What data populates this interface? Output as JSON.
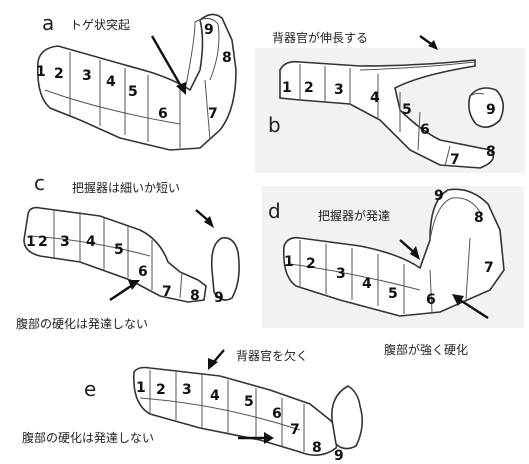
{
  "panels": {
    "a": {
      "letter": "a",
      "label": "トゲ状突起",
      "numbers": [
        "1",
        "2",
        "3",
        "4",
        "5",
        "6",
        "7",
        "8",
        "9"
      ]
    },
    "b": {
      "letter": "b",
      "label": "背器官が伸長する",
      "numbers": [
        "1",
        "2",
        "3",
        "4",
        "5",
        "6",
        "7",
        "8",
        "9"
      ]
    },
    "c": {
      "letter": "c",
      "label_top": "把握器は細いか短い",
      "label_bottom": "腹部の硬化は発達しない",
      "numbers": [
        "1",
        "2",
        "3",
        "4",
        "5",
        "6",
        "7",
        "8",
        "9"
      ]
    },
    "d": {
      "letter": "d",
      "label_top": "把握器が発達",
      "label_bottom": "腹部が強く硬化",
      "numbers": [
        "1",
        "2",
        "3",
        "4",
        "5",
        "6",
        "7",
        "8",
        "9"
      ]
    },
    "e": {
      "letter": "e",
      "label_top": "背器官を欠く",
      "label_bottom": "腹部の硬化は発達しない",
      "numbers": [
        "1",
        "2",
        "3",
        "4",
        "5",
        "6",
        "7",
        "8",
        "9"
      ]
    }
  }
}
